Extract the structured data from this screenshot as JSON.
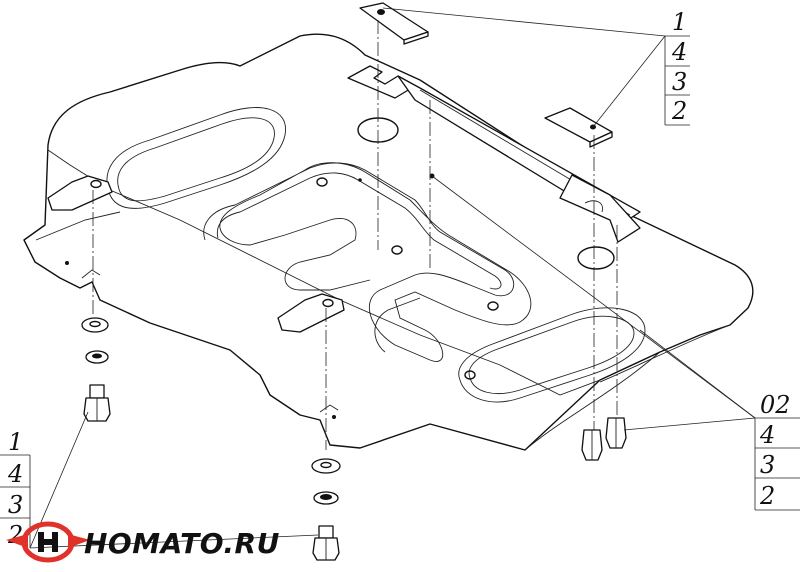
{
  "callouts": {
    "top_right": [
      "1",
      "4",
      "3",
      "2"
    ],
    "bottom_right": [
      "02",
      "4",
      "3",
      "2"
    ],
    "bottom_left": [
      "1",
      "4",
      "3",
      "2"
    ]
  },
  "logo": {
    "text": "HOMATO.RU",
    "color_red": "#e0312b",
    "color_dark": "#111111"
  }
}
